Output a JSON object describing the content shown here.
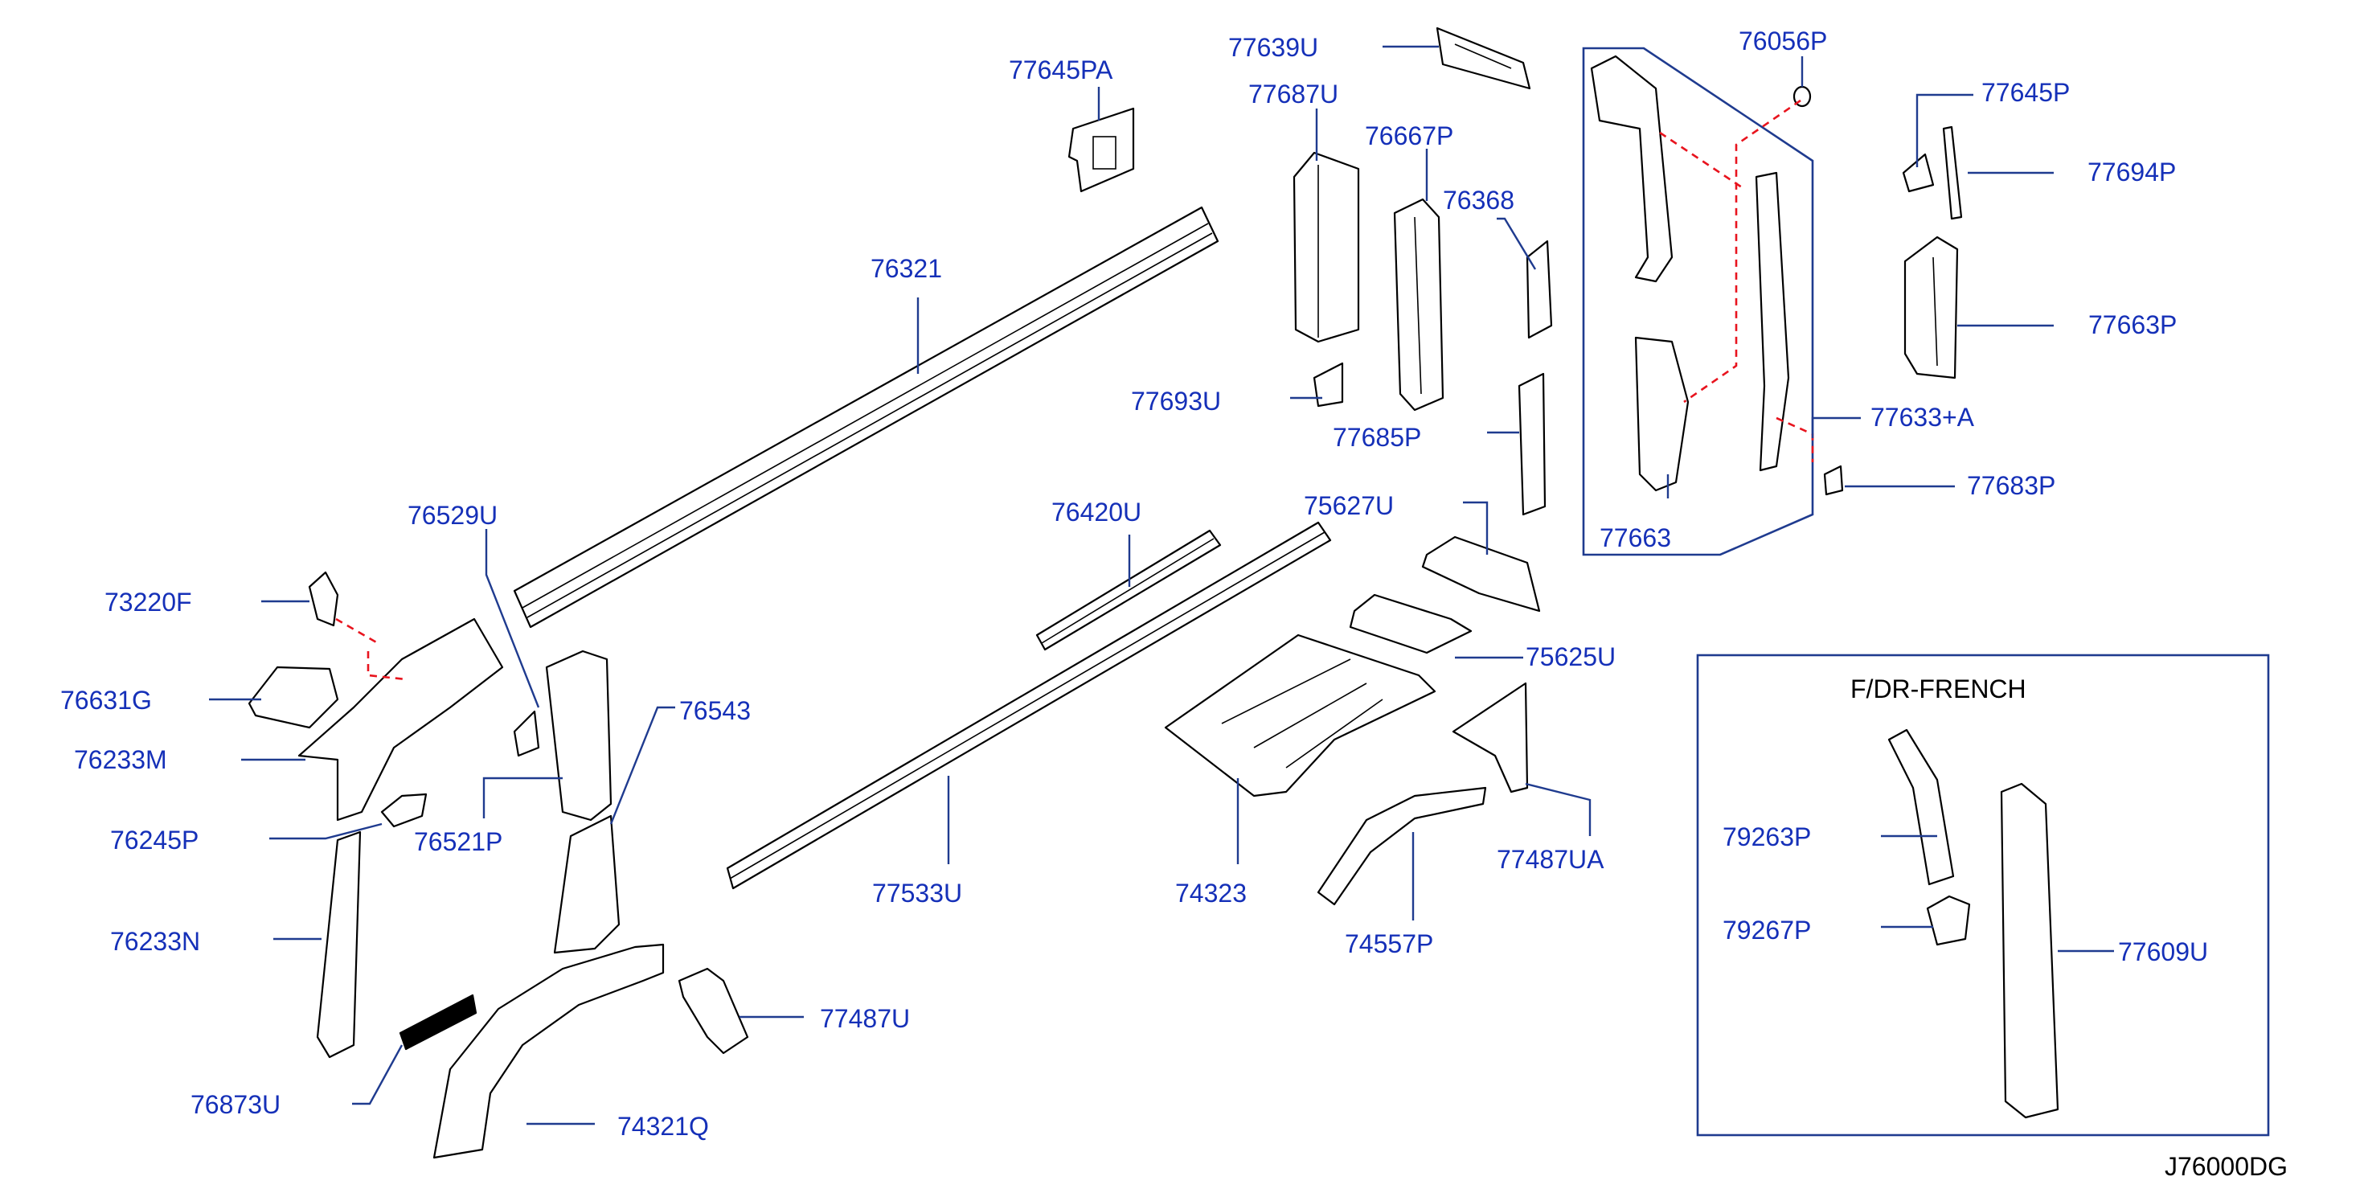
{
  "parts": [
    {
      "id": "77645PA",
      "label": "77645PA"
    },
    {
      "id": "77639U",
      "label": "77639U"
    },
    {
      "id": "77687U",
      "label": "77687U"
    },
    {
      "id": "76667P",
      "label": "76667P"
    },
    {
      "id": "76368",
      "label": "76368"
    },
    {
      "id": "76056P",
      "label": "76056P"
    },
    {
      "id": "77645P",
      "label": "77645P"
    },
    {
      "id": "77694P",
      "label": "77694P"
    },
    {
      "id": "77663P",
      "label": "77663P"
    },
    {
      "id": "77633A",
      "label": "77633+A"
    },
    {
      "id": "77683P",
      "label": "77683P"
    },
    {
      "id": "77663",
      "label": "77663"
    },
    {
      "id": "76321",
      "label": "76321"
    },
    {
      "id": "77693U",
      "label": "77693U"
    },
    {
      "id": "77685P",
      "label": "77685P"
    },
    {
      "id": "76420U",
      "label": "76420U"
    },
    {
      "id": "75627U",
      "label": "75627U"
    },
    {
      "id": "75625U",
      "label": "75625U"
    },
    {
      "id": "76529U",
      "label": "76529U"
    },
    {
      "id": "73220F",
      "label": "73220F"
    },
    {
      "id": "76631G",
      "label": "76631G"
    },
    {
      "id": "76233M",
      "label": "76233M"
    },
    {
      "id": "76245P",
      "label": "76245P"
    },
    {
      "id": "76543",
      "label": "76543"
    },
    {
      "id": "76521P",
      "label": "76521P"
    },
    {
      "id": "76233N",
      "label": "76233N"
    },
    {
      "id": "76873U",
      "label": "76873U"
    },
    {
      "id": "74321Q",
      "label": "74321Q"
    },
    {
      "id": "77487U",
      "label": "77487U"
    },
    {
      "id": "77533U",
      "label": "77533U"
    },
    {
      "id": "74323",
      "label": "74323"
    },
    {
      "id": "74557P",
      "label": "74557P"
    },
    {
      "id": "77487UA",
      "label": "77487UA"
    },
    {
      "id": "79263P",
      "label": "79263P"
    },
    {
      "id": "79267P",
      "label": "79267P"
    },
    {
      "id": "77609U",
      "label": "77609U"
    }
  ],
  "inset": {
    "title": "F/DR-FRENCH"
  },
  "diagram_code": "J76000DG",
  "colors": {
    "label": "#1530b8",
    "leader": "#1f3b8f",
    "dashed_link": "#e8141e",
    "part_line": "#000000"
  }
}
